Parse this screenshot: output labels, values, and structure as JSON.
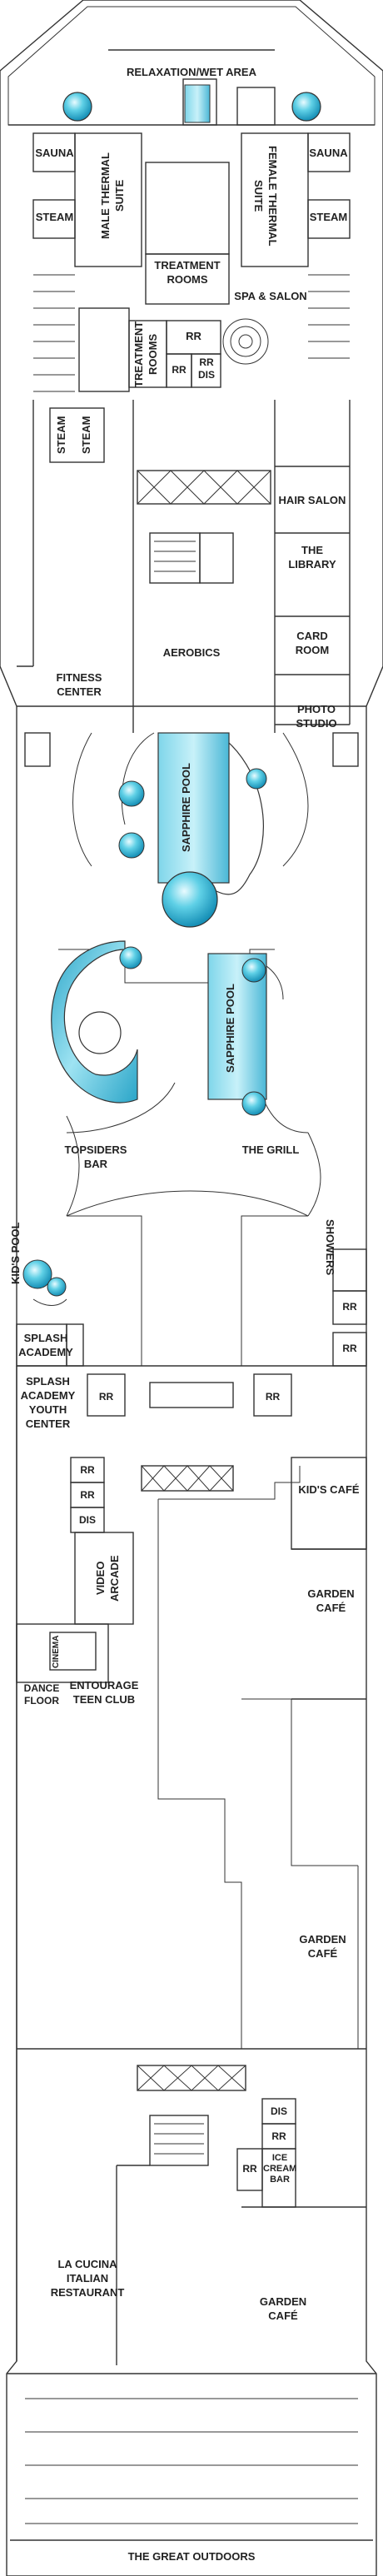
{
  "deck_plan": {
    "areas": {
      "relaxation": "RELAXATION/WET AREA",
      "sauna": "SAUNA",
      "steam": "STEAM",
      "male_thermal": "MALE THERMAL SUITE",
      "female_thermal": "FEMALE THERMAL SUITE",
      "treatment_rooms": "TREATMENT ROOMS",
      "spa_salon": "SPA & SALON",
      "rr": "RR",
      "dis": "DIS",
      "rr_dis": "RR DIS",
      "hair_salon": "HAIR SALON",
      "library": "THE LIBRARY",
      "card_room": "CARD ROOM",
      "photo_studio": "PHOTO STUDIO",
      "aerobics": "AEROBICS",
      "fitness_center": "FITNESS CENTER",
      "sapphire_pool": "SAPPHIRE POOL",
      "topsiders_bar": "TOPSIDERS BAR",
      "the_grill": "THE GRILL",
      "kids_pool": "KID'S POOL",
      "showers": "SHOWERS",
      "splash_academy": "SPLASH ACADEMY",
      "splash_youth": "SPLASH ACADEMY YOUTH CENTER",
      "video_arcade": "VIDEO ARCADE",
      "kids_cafe": "KID'S CAFÉ",
      "garden_cafe": "GARDEN CAFÉ",
      "cinema": "CINEMA",
      "dance_floor": "DANCE FLOOR",
      "entourage": "ENTOURAGE TEEN CLUB",
      "ice_cream_bar": "ICE CREAM BAR",
      "la_cucina": "LA CUCINA ITALIAN RESTAURANT",
      "great_outdoors": "THE GREAT OUTDOORS"
    },
    "colors": {
      "line": "#333333",
      "pool": "#4cc4dc",
      "pool_dark": "#1a97bc",
      "pool_light": "#c9f0f8"
    }
  }
}
